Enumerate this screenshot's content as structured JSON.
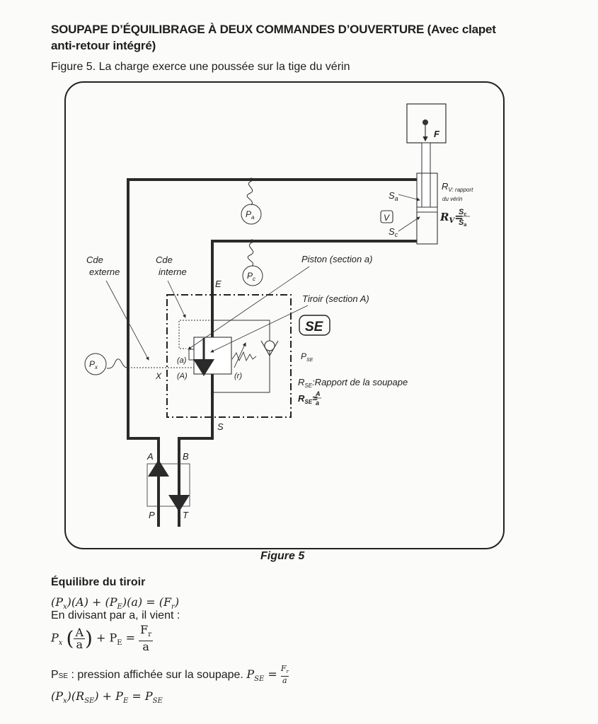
{
  "header": {
    "title": "SOUPAPE D’ÉQUILIBRAGE À DEUX COMMANDES D’OUVERTURE (Avec clapet anti-retour intégré)",
    "caption": "Figure 5. La charge exerce une poussée sur la tige du vérin"
  },
  "figure": {
    "label": "Figure 5",
    "load_force_label": "F",
    "cylinder": {
      "symbol": "V",
      "sa_label": "S",
      "sa_sub": "a",
      "sc_label": "S",
      "sc_sub": "c",
      "ratio_title": "R",
      "ratio_title_sub": "V: rapport",
      "ratio_title_line2": "du vérin",
      "ratio_formula_lhs": "R",
      "ratio_formula_lhs_sub": "V",
      "ratio_num": "S",
      "ratio_num_sub": "c",
      "ratio_den": "S",
      "ratio_den_sub": "a"
    },
    "gauges": {
      "pa": {
        "label": "P",
        "sub": "a"
      },
      "pc": {
        "label": "P",
        "sub": "c"
      },
      "px": {
        "label": "P",
        "sub": "x"
      }
    },
    "labels": {
      "cde_externe_1": "Cde",
      "cde_externe_2": "externe",
      "cde_interne_1": "Cde",
      "cde_interne_2": "interne",
      "piston": "Piston (section a)",
      "tiroir": "Tiroir (section A)",
      "port_e": "E",
      "port_s": "S",
      "port_x": "X",
      "area_a_small": "(a)",
      "area_a_big": "(A)",
      "spring_r": "(r)",
      "valve_symbol": "SE",
      "pse_label": "P",
      "pse_sub": "SE",
      "rse_title": "R",
      "rse_title_sub": "SE",
      "rse_title_rest": ":Rapport de la soupape",
      "rse_formula_lhs": "R",
      "rse_formula_lhs_sub": "SE",
      "rse_num": "A",
      "rse_den": "a",
      "port_a": "A",
      "port_b": "B",
      "port_p": "P",
      "port_t": "T"
    }
  },
  "equations": {
    "section_title": "Équilibre du tiroir",
    "eq1": {
      "px": "P",
      "px_sub": "x",
      "A": "A",
      "pe": "P",
      "pe_sub": "E",
      "a": "a",
      "fr": "F",
      "fr_sub": "r"
    },
    "divide_text": "En divisant par a, il vient :",
    "eq2": {
      "px": "P",
      "px_sub": "x",
      "num": "A",
      "den": "a",
      "pe": "P",
      "pe_sub": "E",
      "rhs_num": "F",
      "rhs_num_sub": "r",
      "rhs_den": "a"
    },
    "pse_def_label": "P",
    "pse_def_sub": "SE",
    "pse_def_text": " : pression affichée sur la soupape. ",
    "pse_def_lhs": "P",
    "pse_def_lhs_sub": "SE",
    "pse_def_num": "F",
    "pse_def_num_sub": "r",
    "pse_def_den": "a",
    "eq3": {
      "px": "P",
      "px_sub": "x",
      "rse": "R",
      "rse_sub": "SE",
      "pe": "P",
      "pe_sub": "E",
      "pse": "P",
      "pse_sub": "SE"
    }
  }
}
